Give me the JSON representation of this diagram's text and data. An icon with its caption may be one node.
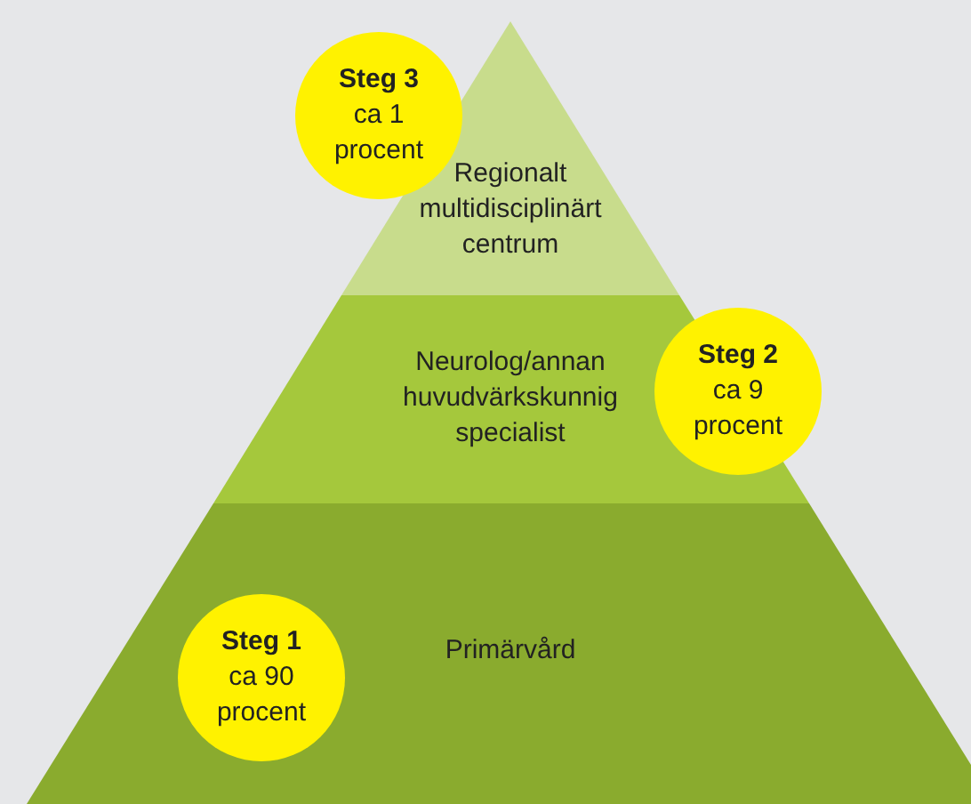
{
  "diagram": {
    "nodes": [
      {
        "text": [
          "Regionalt multidisciplinärt centrum"
        ]
      },
      {
        "text": [
          "Neurolog/annan huvudvärkskunnig specialist"
        ]
      },
      {
        "text": [
          "Primärvård"
        ]
      },
      {
        "text": [
          "Steg 3",
          "ca 1 procent"
        ]
      },
      {
        "text": [
          "Steg 2",
          "ca 9 procent"
        ]
      },
      {
        "text": [
          "Steg 1",
          "ca 90 procent"
        ],
        "in": 2
      }
    ]
  }
}
